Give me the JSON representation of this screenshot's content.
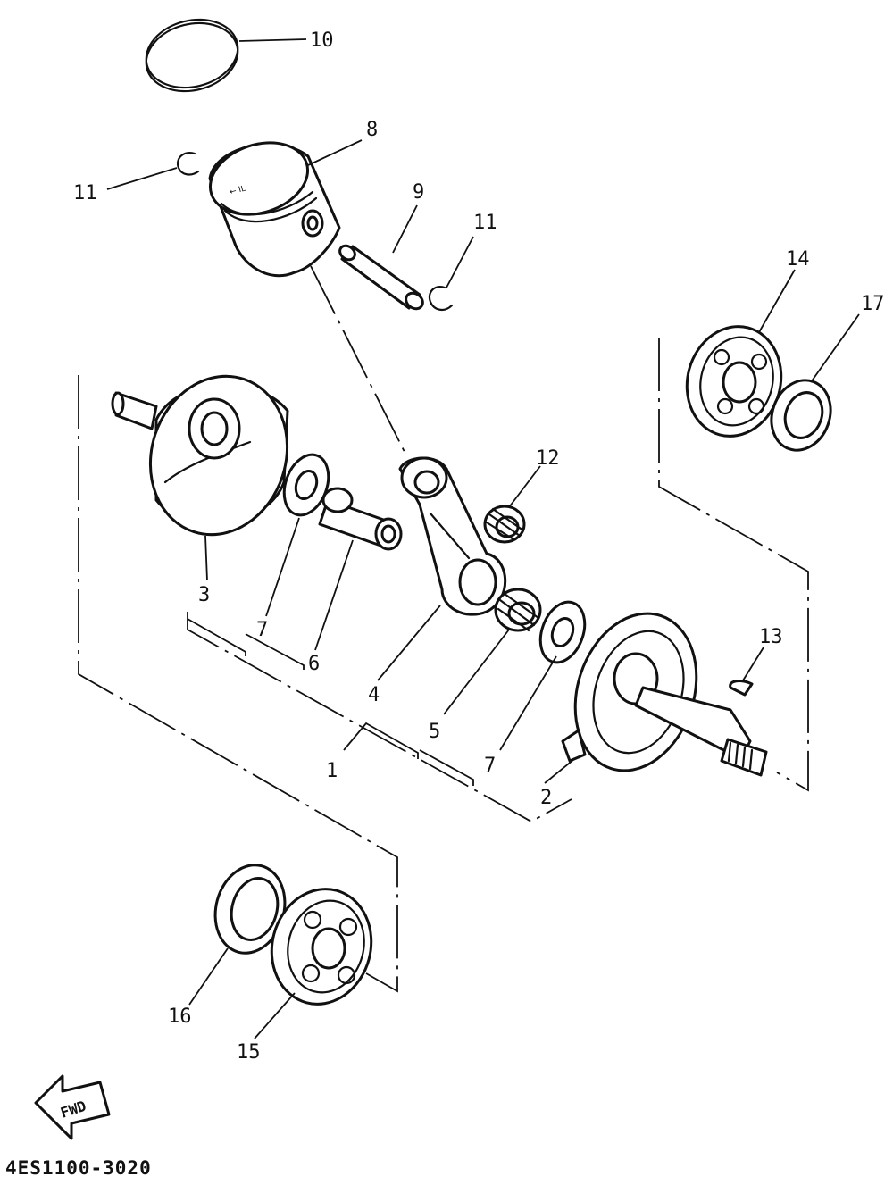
{
  "callouts": {
    "c1": "1",
    "c2": "2",
    "c3": "3",
    "c4": "4",
    "c5": "5",
    "c6": "6",
    "c7a": "7",
    "c7b": "7",
    "c8": "8",
    "c9": "9",
    "c10": "10",
    "c11a": "11",
    "c11b": "11",
    "c12": "12",
    "c13": "13",
    "c14": "14",
    "c15": "15",
    "c16": "16",
    "c17": "17"
  },
  "fwd_label": "FWD",
  "piston_mark": "← IL",
  "catalog_code": "4ES1100-3020",
  "colors": {
    "ink": "#111111",
    "paper": "#ffffff"
  }
}
